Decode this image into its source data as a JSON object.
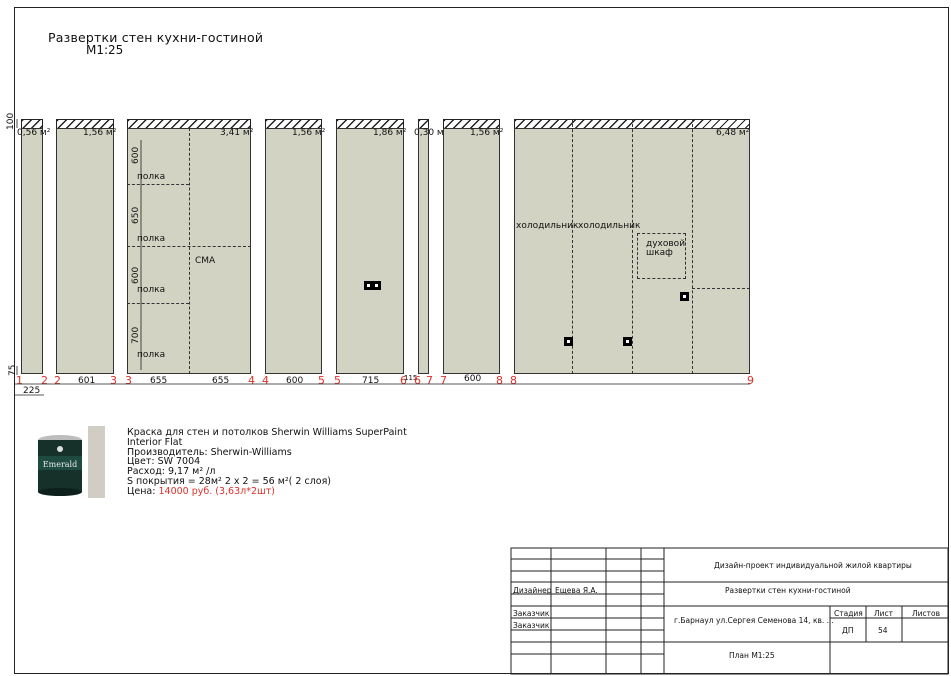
{
  "header": {
    "title": "Развертки стен кухни-гостиной",
    "scale": "М1:25"
  },
  "walls": [
    {
      "area": "0,56 м²",
      "width": "225"
    },
    {
      "area": "1,56 м²",
      "width": "601"
    },
    {
      "area": "3,41 м²",
      "width_a": "655",
      "width_b": "655"
    },
    {
      "area": "1,56 м²",
      "width": "600"
    },
    {
      "area": "1,86 м²",
      "width": "715"
    },
    {
      "area": "0,30 м²",
      "width": "115"
    },
    {
      "area": "1,56 м²",
      "width": "600"
    },
    {
      "area": "6,48 м²"
    }
  ],
  "points": [
    "1",
    "2",
    "2",
    "3",
    "3",
    "4",
    "4",
    "5",
    "5",
    "6",
    "6",
    "7",
    "7",
    "8",
    "8",
    "9"
  ],
  "dims_left": {
    "top": "100",
    "bottom": "75"
  },
  "shelf_dims": [
    "600",
    "650",
    "600",
    "700"
  ],
  "labels": {
    "shelf": "полка",
    "washer": "СМА",
    "fridge": "холодильник",
    "oven_line1": "духовой",
    "oven_line2": "шкаф"
  },
  "paint": {
    "line1": "Краска для стен и потолков Sherwin Williams SuperPaint",
    "line2": "Interior Flat",
    "line3": "Производитель: Sherwin-Williams",
    "line4": "Цвет:  SW 7004",
    "line5": "Расход: 9,17 м² /л",
    "line6": "S покрытия = 28м² 2 х 2 = 56 м²( 2 слоя)",
    "price_label": "Цена: ",
    "price_value": "14000 руб. (3,63л*2шт)",
    "can_brand": "Emerald",
    "accent_color": "#e0302a",
    "wall_color": "#d2d3c2"
  },
  "title_block": {
    "project": "Дизайн-проект индивидуальной жилой квартиры",
    "sheet_title": "Развертки стен кухни-гостиной",
    "designer_role": "Дизайнер",
    "designer_name": "Ещева Я.А.",
    "customer1": "Заказчик",
    "customer2": "Заказчик",
    "address": "г.Барнаул ул.Сергея Семенова 14, кв. ...",
    "stage_h": "Стадия",
    "sheet_h": "Лист",
    "sheets_h": "Листов",
    "stage_v": "ДП",
    "sheet_v": "54",
    "plan": "План М1:25"
  }
}
